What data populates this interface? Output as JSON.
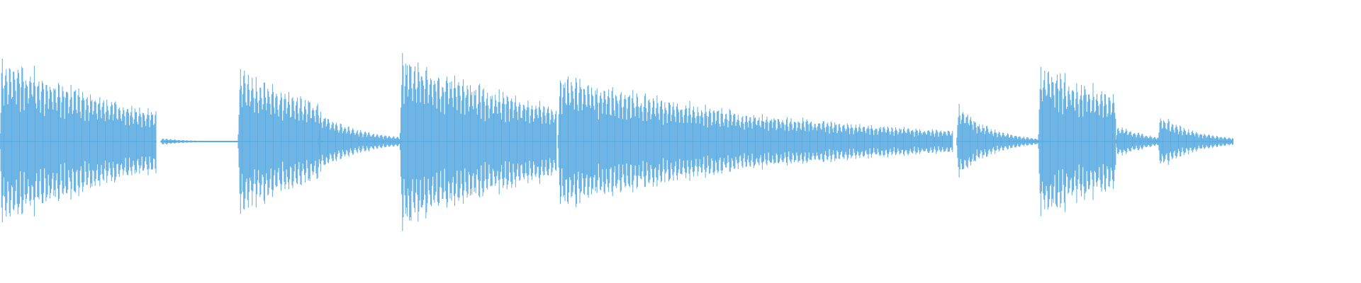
{
  "waveform": {
    "color": "#5DADE2",
    "background": "#FFFFFF",
    "events": [
      {
        "start": 0.0,
        "peak": 0.97,
        "decay": 0.3,
        "length": 0.115
      },
      {
        "start": 0.118,
        "peak": 0.04,
        "decay": 0.05,
        "length": 0.06
      },
      {
        "start": 0.175,
        "peak": 0.82,
        "decay": 0.25,
        "length": 0.06
      },
      {
        "start": 0.234,
        "peak": 0.35,
        "decay": 0.08,
        "length": 0.06
      },
      {
        "start": 0.294,
        "peak": 1.0,
        "decay": 0.33,
        "length": 0.115
      },
      {
        "start": 0.41,
        "peak": 0.77,
        "decay": 0.42,
        "length": 0.29
      },
      {
        "start": 0.703,
        "peak": 0.45,
        "decay": 0.06,
        "length": 0.06
      },
      {
        "start": 0.763,
        "peak": 0.88,
        "decay": 0.3,
        "length": 0.057
      },
      {
        "start": 0.82,
        "peak": 0.2,
        "decay": 0.06,
        "length": 0.031
      },
      {
        "start": 0.851,
        "peak": 0.32,
        "decay": 0.07,
        "length": 0.055
      }
    ],
    "end": 0.906
  }
}
